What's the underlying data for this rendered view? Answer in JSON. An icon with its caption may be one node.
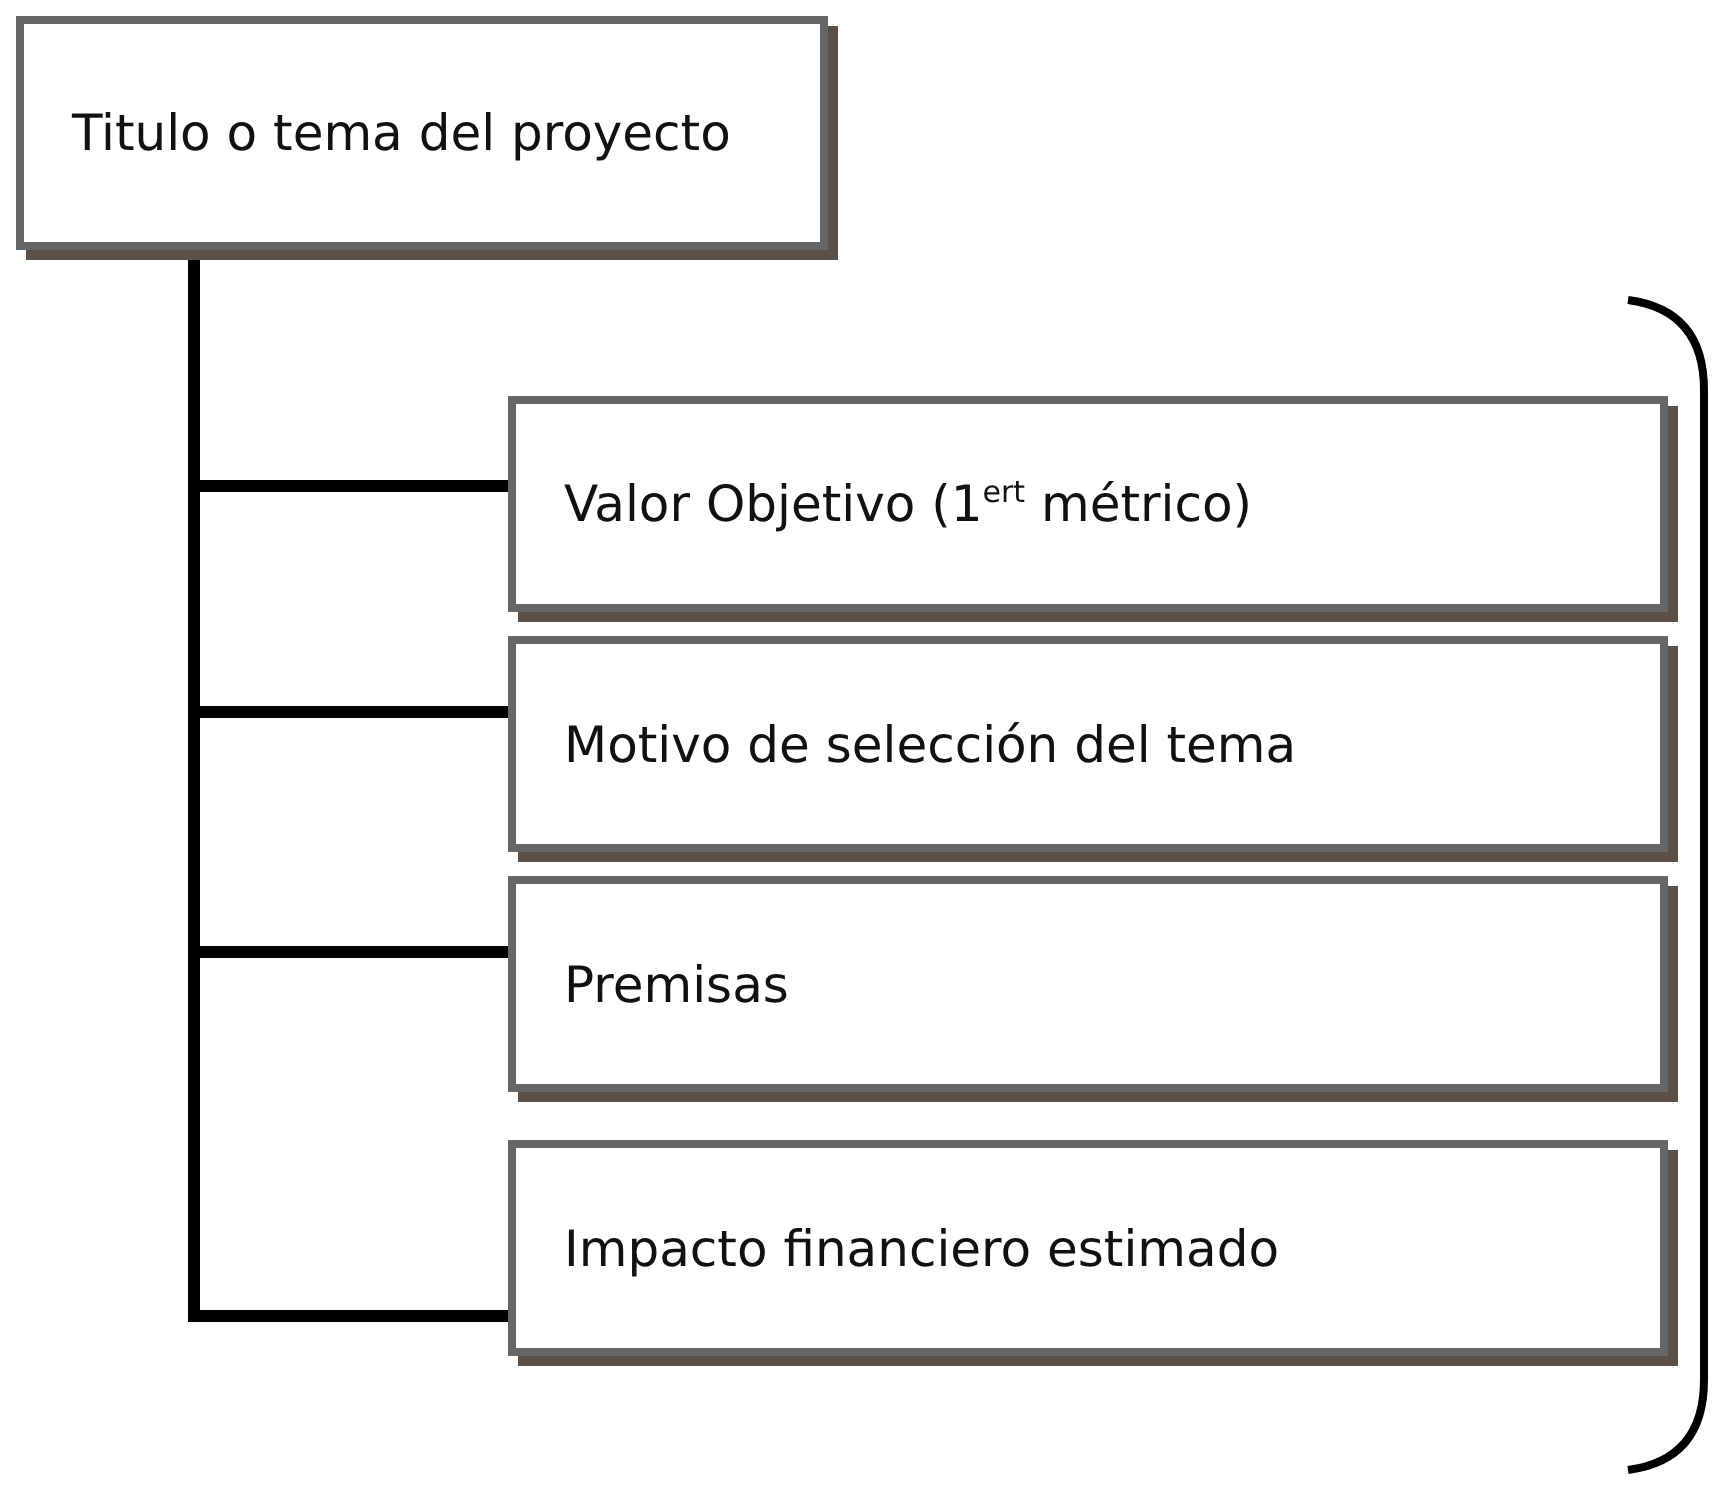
{
  "diagram": {
    "nodes": [
      {
        "text": [
          "Titulo o tema del proyecto"
        ]
      },
      {
        "text": [
          "Valor Objetivo (1$^{ert}$ métrico)"
        ]
      },
      {
        "text": [
          "Motivo de selección del tema"
        ]
      },
      {
        "text": [
          "Premisas"
        ]
      },
      {
        "text": [
          "Impacto financiero estimado"
        ]
      }
    ],
    "edges": [
      {
        "from": 0,
        "to": 1,
        "arrow": "none"
      },
      {
        "from": 0,
        "to": 2,
        "arrow": "none"
      },
      {
        "from": 0,
        "to": 3,
        "arrow": "none"
      },
      {
        "from": 0,
        "to": 4,
        "arrow": "none"
      }
    ]
  }
}
